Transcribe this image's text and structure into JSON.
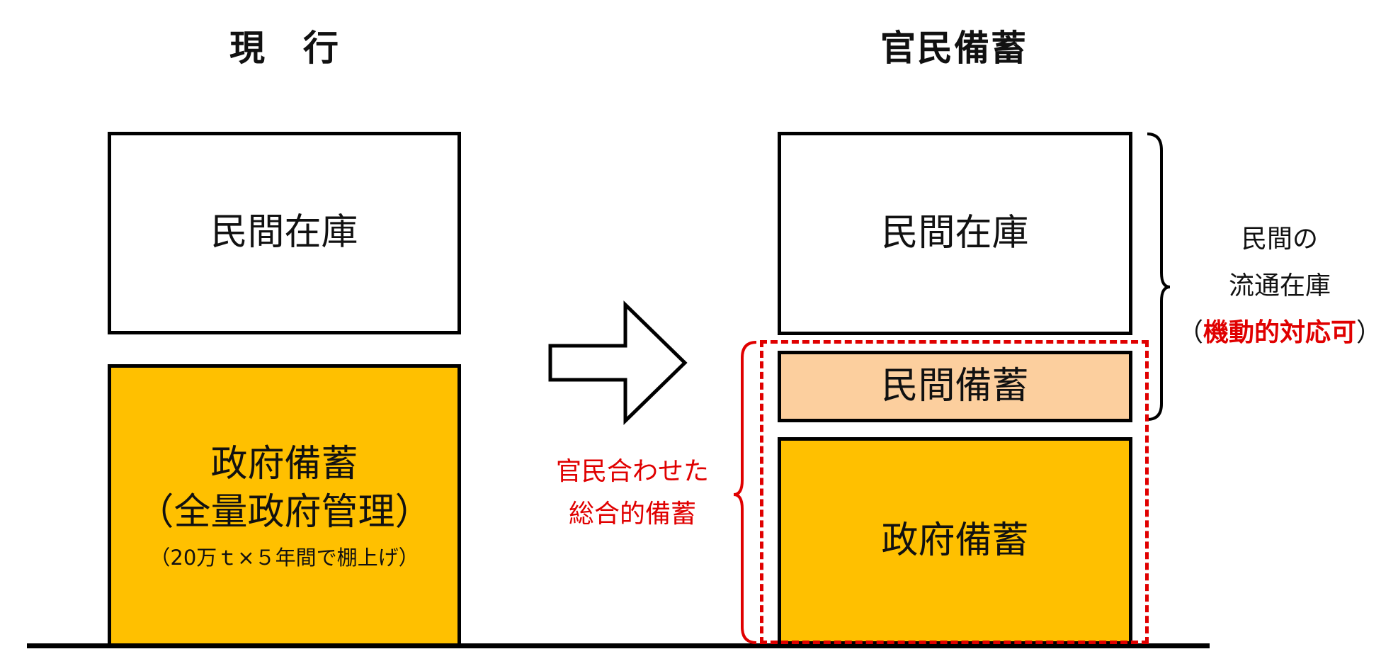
{
  "left": {
    "title": "現　行",
    "private_stock": "民間在庫",
    "gov_reserve": "政府備蓄",
    "gov_reserve_note": "（全量政府管理）",
    "gov_reserve_detail": "（20万ｔ×５年間で棚上げ）"
  },
  "right": {
    "title": "官民備蓄",
    "private_stock": "民間在庫",
    "private_reserve": "民間備蓄",
    "gov_reserve": "政府備蓄",
    "brace_label_line1": "民間の",
    "brace_label_line2": "流通在庫",
    "brace_label_open": "（",
    "brace_label_emphasis": "機動的対応可",
    "brace_label_close": "）",
    "combined_label_line1": "官民合わせた",
    "combined_label_line2": "総合的備蓄"
  },
  "colors": {
    "gov": "#FFC000",
    "private_reserve": "#FCCF9E",
    "accent": "#E00000"
  }
}
